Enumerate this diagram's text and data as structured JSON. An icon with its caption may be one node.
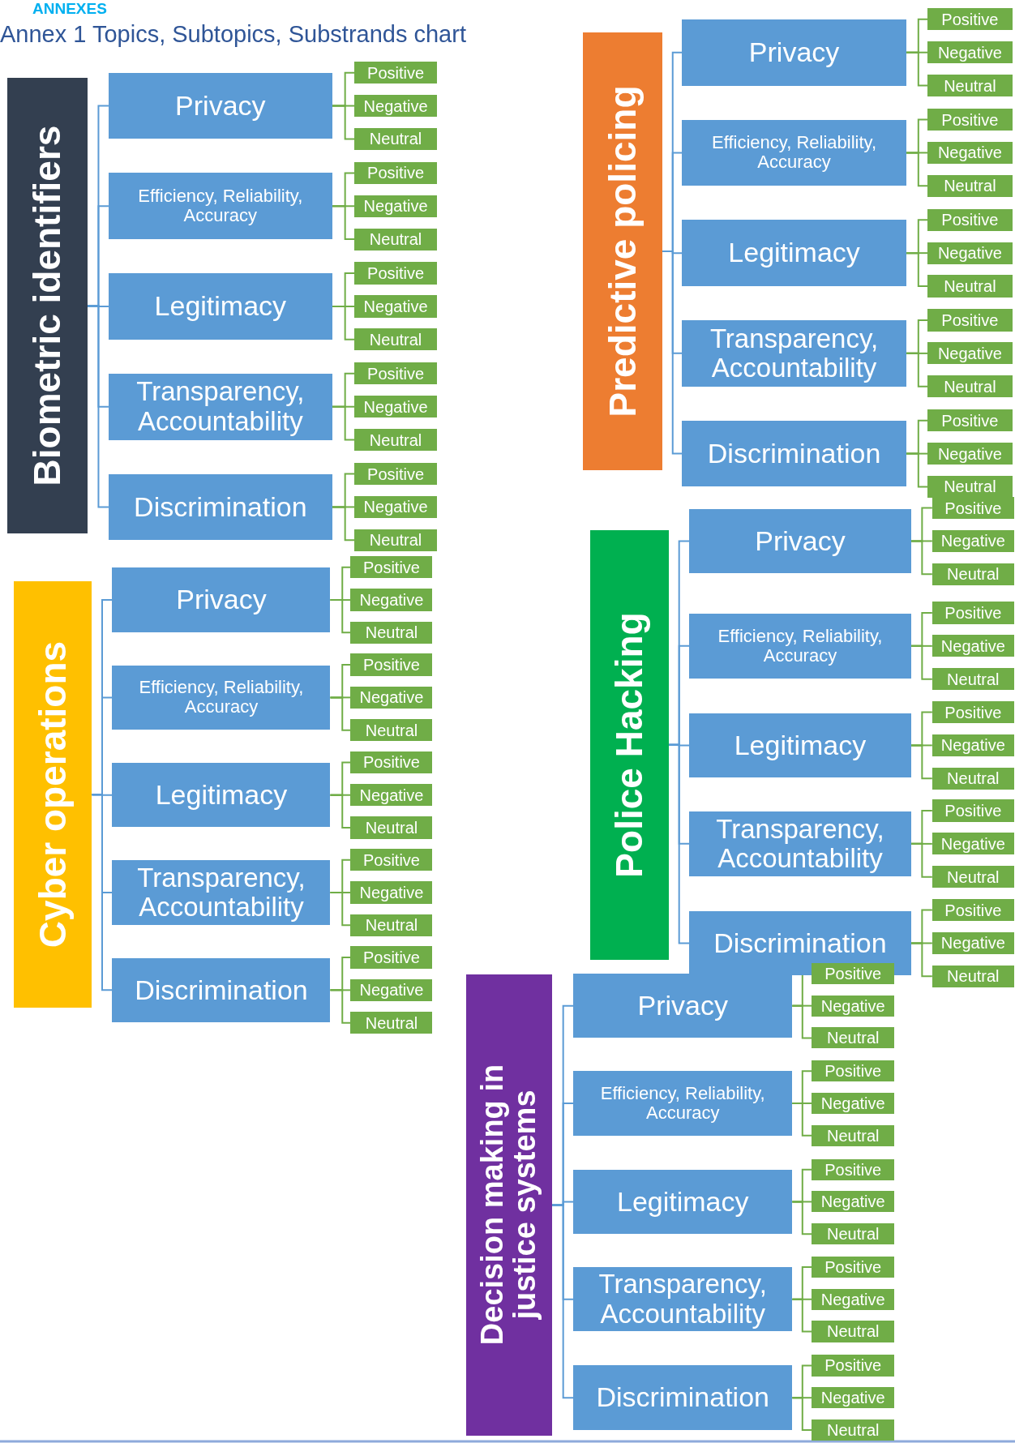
{
  "diagram": {
    "title": "Annex 1 Topics, Subtopics, Substrands chart",
    "nodes": [
      {
        "text": [
          "Biometric identifiers"
        ]
      },
      {
        "text": [
          "Privacy"
        ]
      },
      {
        "text": [
          "Positive"
        ]
      },
      {
        "text": [
          "Negative"
        ]
      },
      {
        "text": [
          "Neutral"
        ]
      },
      {
        "text": [
          "Efficiency, Reliability, Accuracy"
        ]
      },
      {
        "text": [
          "Positive"
        ]
      },
      {
        "text": [
          "Negative"
        ]
      },
      {
        "text": [
          "Neutral"
        ]
      },
      {
        "text": [
          "Legitimacy"
        ]
      },
      {
        "text": [
          "Positive"
        ]
      },
      {
        "text": [
          "Negative"
        ]
      },
      {
        "text": [
          "Neutral"
        ]
      },
      {
        "text": [
          "Transparency, Accountability"
        ]
      },
      {
        "text": [
          "Positive"
        ]
      },
      {
        "text": [
          "Negative"
        ]
      },
      {
        "text": [
          "Neutral"
        ]
      },
      {
        "text": [
          "Discrimination"
        ]
      },
      {
        "text": [
          "Positive"
        ]
      },
      {
        "text": [
          "Negative"
        ]
      },
      {
        "text": [
          "Neutral"
        ]
      },
      {
        "text": [
          "Cyber operations"
        ]
      },
      {
        "text": [
          "Privacy"
        ]
      },
      {
        "text": [
          "Positive"
        ]
      },
      {
        "text": [
          "Negative"
        ]
      },
      {
        "text": [
          "Neutral"
        ]
      },
      {
        "text": [
          "Efficiency, Reliability, Accuracy"
        ]
      },
      {
        "text": [
          "Positive"
        ]
      },
      {
        "text": [
          "Negative"
        ]
      },
      {
        "text": [
          "Neutral"
        ]
      },
      {
        "text": [
          "Legitimacy"
        ]
      },
      {
        "text": [
          "Positive"
        ]
      },
      {
        "text": [
          "Negative"
        ]
      },
      {
        "text": [
          "Neutral"
        ]
      },
      {
        "text": [
          "Transparency, Accountability"
        ]
      },
      {
        "text": [
          "Positive"
        ]
      },
      {
        "text": [
          "Negative"
        ]
      },
      {
        "text": [
          "Neutral"
        ]
      },
      {
        "text": [
          "Discrimination"
        ]
      },
      {
        "text": [
          "Positive"
        ]
      },
      {
        "text": [
          "Negative"
        ]
      },
      {
        "text": [
          "Neutral"
        ]
      },
      {
        "text": [
          "Predictive policing"
        ]
      },
      {
        "text": [
          "Privacy"
        ]
      },
      {
        "text": [
          "Positive"
        ]
      },
      {
        "text": [
          "Negative"
        ]
      },
      {
        "text": [
          "Neutral"
        ]
      },
      {
        "text": [
          "Efficiency, Reliability, Accuracy"
        ]
      },
      {
        "text": [
          "Positive"
        ]
      },
      {
        "text": [
          "Negative"
        ]
      },
      {
        "text": [
          "Neutral"
        ]
      },
      {
        "text": [
          "Legitimacy"
        ]
      },
      {
        "text": [
          "Positive"
        ]
      },
      {
        "text": [
          "Negative"
        ]
      },
      {
        "text": [
          "Neutral"
        ]
      },
      {
        "text": [
          "Transparency, Accountability"
        ]
      },
      {
        "text": [
          "Positive"
        ]
      },
      {
        "text": [
          "Negative"
        ]
      },
      {
        "text": [
          "Neutral"
        ]
      },
      {
        "text": [
          "Discrimination"
        ]
      },
      {
        "text": [
          "Positive"
        ]
      },
      {
        "text": [
          "Negative"
        ]
      },
      {
        "text": [
          "Neutral"
        ]
      },
      {
        "text": [
          "Police Hacking"
        ]
      },
      {
        "text": [
          "Privacy"
        ]
      },
      {
        "text": [
          "Positive"
        ]
      },
      {
        "text": [
          "Negative"
        ]
      },
      {
        "text": [
          "Neutral"
        ]
      },
      {
        "text": [
          "Efficiency, Reliability, Accuracy"
        ]
      },
      {
        "text": [
          "Positive"
        ]
      },
      {
        "text": [
          "Negative"
        ]
      },
      {
        "text": [
          "Neutral"
        ]
      },
      {
        "text": [
          "Legitimacy"
        ]
      },
      {
        "text": [
          "Positive"
        ]
      },
      {
        "text": [
          "Negative"
        ]
      },
      {
        "text": [
          "Neutral"
        ]
      },
      {
        "text": [
          "Transparency, Accountability"
        ]
      },
      {
        "text": [
          "Positive"
        ]
      },
      {
        "text": [
          "Negative"
        ]
      },
      {
        "text": [
          "Neutral"
        ]
      },
      {
        "text": [
          "Discrimination"
        ]
      },
      {
        "text": [
          "Positive"
        ]
      },
      {
        "text": [
          "Negative"
        ]
      },
      {
        "text": [
          "Neutral"
        ]
      },
      {
        "text": [
          "Decision making in justice systems"
        ]
      },
      {
        "text": [
          "Privacy"
        ]
      },
      {
        "text": [
          "Positive"
        ]
      },
      {
        "text": [
          "Negative"
        ]
      },
      {
        "text": [
          "Neutral"
        ]
      },
      {
        "text": [
          "Efficiency, Reliability, Accuracy"
        ]
      },
      {
        "text": [
          "Positive"
        ]
      },
      {
        "text": [
          "Negative"
        ]
      },
      {
        "text": [
          "Neutral"
        ]
      },
      {
        "text": [
          "Legitimacy"
        ]
      },
      {
        "text": [
          "Positive"
        ]
      },
      {
        "text": [
          "Negative"
        ]
      },
      {
        "text": [
          "Neutral"
        ]
      },
      {
        "text": [
          "Transparency, Accountability"
        ]
      },
      {
        "text": [
          "Positive"
        ]
      },
      {
        "text": [
          "Negative"
        ]
      },
      {
        "text": [
          "Neutral"
        ]
      },
      {
        "text": [
          "Discrimination"
        ]
      },
      {
        "text": [
          "Positive"
        ]
      },
      {
        "text": [
          "Negative"
        ]
      },
      {
        "text": [
          "Neutral"
        ]
      }
    ],
    "edges": [
      {
        "from": 0,
        "to": 1,
        "arrow": "none",
        "color": "#5b9bd5"
      },
      {
        "from": 1,
        "to": 2,
        "arrow": "none"
      },
      {
        "from": 1,
        "to": 3,
        "arrow": "none"
      },
      {
        "from": 1,
        "to": 4,
        "arrow": "none"
      },
      {
        "from": 0,
        "to": 5,
        "arrow": "none",
        "color": "#5b9bd5"
      },
      {
        "from": 5,
        "to": 6,
        "arrow": "none"
      },
      {
        "from": 5,
        "to": 7,
        "arrow": "none"
      },
      {
        "from": 5,
        "to": 8,
        "arrow": "none"
      },
      {
        "from": 0,
        "to": 9,
        "arrow": "none",
        "color": "#5b9bd5"
      },
      {
        "from": 9,
        "to": 10,
        "arrow": "none"
      },
      {
        "from": 9,
        "to": 11,
        "arrow": "none"
      },
      {
        "from": 9,
        "to": 12,
        "arrow": "none"
      },
      {
        "from": 0,
        "to": 13,
        "arrow": "none",
        "color": "#5b9bd5"
      },
      {
        "from": 13,
        "to": 14,
        "arrow": "none"
      },
      {
        "from": 13,
        "to": 15,
        "arrow": "none"
      },
      {
        "from": 13,
        "to": 16,
        "arrow": "none"
      },
      {
        "from": 0,
        "to": 17,
        "arrow": "none",
        "color": "#5b9bd5"
      },
      {
        "from": 17,
        "to": 18,
        "arrow": "none"
      },
      {
        "from": 17,
        "to": 19,
        "arrow": "none"
      },
      {
        "from": 17,
        "to": 20,
        "arrow": "none"
      },
      {
        "from": 21,
        "to": 22,
        "arrow": "none",
        "color": "#5b9bd5"
      },
      {
        "from": 22,
        "to": 23,
        "arrow": "none"
      },
      {
        "from": 22,
        "to": 24,
        "arrow": "none"
      },
      {
        "from": 22,
        "to": 25,
        "arrow": "none"
      },
      {
        "from": 21,
        "to": 26,
        "arrow": "none",
        "color": "#5b9bd5"
      },
      {
        "from": 26,
        "to": 27,
        "arrow": "none"
      },
      {
        "from": 26,
        "to": 28,
        "arrow": "none"
      },
      {
        "from": 26,
        "to": 29,
        "arrow": "none"
      },
      {
        "from": 21,
        "to": 30,
        "arrow": "none",
        "color": "#5b9bd5"
      },
      {
        "from": 30,
        "to": 31,
        "arrow": "none"
      },
      {
        "from": 30,
        "to": 32,
        "arrow": "none"
      },
      {
        "from": 30,
        "to": 33,
        "arrow": "none"
      },
      {
        "from": 21,
        "to": 34,
        "arrow": "none",
        "color": "#5b9bd5"
      },
      {
        "from": 34,
        "to": 35,
        "arrow": "none"
      },
      {
        "from": 34,
        "to": 36,
        "arrow": "none"
      },
      {
        "from": 34,
        "to": 37,
        "arrow": "none"
      },
      {
        "from": 21,
        "to": 38,
        "arrow": "none",
        "color": "#5b9bd5"
      },
      {
        "from": 38,
        "to": 39,
        "arrow": "none"
      },
      {
        "from": 38,
        "to": 40,
        "arrow": "none"
      },
      {
        "from": 38,
        "to": 41,
        "arrow": "none"
      },
      {
        "from": 42,
        "to": 43,
        "arrow": "none",
        "color": "#5b9bd5"
      },
      {
        "from": 43,
        "to": 44,
        "arrow": "none"
      },
      {
        "from": 43,
        "to": 45,
        "arrow": "none"
      },
      {
        "from": 43,
        "to": 46,
        "arrow": "none"
      },
      {
        "from": 42,
        "to": 47,
        "arrow": "none",
        "color": "#5b9bd5"
      },
      {
        "from": 47,
        "to": 48,
        "arrow": "none"
      },
      {
        "from": 47,
        "to": 49,
        "arrow": "none"
      },
      {
        "from": 47,
        "to": 50,
        "arrow": "none"
      },
      {
        "from": 42,
        "to": 51,
        "arrow": "none",
        "color": "#5b9bd5"
      },
      {
        "from": 51,
        "to": 52,
        "arrow": "none"
      },
      {
        "from": 51,
        "to": 53,
        "arrow": "none"
      },
      {
        "from": 51,
        "to": 54,
        "arrow": "none"
      },
      {
        "from": 42,
        "to": 55,
        "arrow": "none",
        "color": "#5b9bd5"
      },
      {
        "from": 55,
        "to": 56,
        "arrow": "none"
      },
      {
        "from": 55,
        "to": 57,
        "arrow": "none"
      },
      {
        "from": 55,
        "to": 58,
        "arrow": "none"
      },
      {
        "from": 42,
        "to": 59,
        "arrow": "none",
        "color": "#5b9bd5"
      },
      {
        "from": 59,
        "to": 60,
        "arrow": "none"
      },
      {
        "from": 59,
        "to": 61,
        "arrow": "none"
      },
      {
        "from": 59,
        "to": 62,
        "arrow": "none"
      },
      {
        "from": 63,
        "to": 64,
        "arrow": "none",
        "color": "#5b9bd5"
      },
      {
        "from": 64,
        "to": 65,
        "arrow": "none"
      },
      {
        "from": 64,
        "to": 66,
        "arrow": "none"
      },
      {
        "from": 64,
        "to": 67,
        "arrow": "none"
      },
      {
        "from": 63,
        "to": 68,
        "arrow": "none",
        "color": "#5b9bd5"
      },
      {
        "from": 68,
        "to": 69,
        "arrow": "none"
      },
      {
        "from": 68,
        "to": 70,
        "arrow": "none"
      },
      {
        "from": 68,
        "to": 71,
        "arrow": "none"
      },
      {
        "from": 63,
        "to": 72,
        "arrow": "none",
        "color": "#5b9bd5"
      },
      {
        "from": 72,
        "to": 73,
        "arrow": "none"
      },
      {
        "from": 72,
        "to": 74,
        "arrow": "none"
      },
      {
        "from": 72,
        "to": 75,
        "arrow": "none"
      },
      {
        "from": 63,
        "to": 76,
        "arrow": "none",
        "color": "#5b9bd5"
      },
      {
        "from": 76,
        "to": 77,
        "arrow": "none"
      },
      {
        "from": 76,
        "to": 78,
        "arrow": "none"
      },
      {
        "from": 76,
        "to": 79,
        "arrow": "none"
      },
      {
        "from": 63,
        "to": 80,
        "arrow": "none",
        "color": "#5b9bd5"
      },
      {
        "from": 80,
        "to": 81,
        "arrow": "none"
      },
      {
        "from": 80,
        "to": 82,
        "arrow": "none"
      },
      {
        "from": 80,
        "to": 83,
        "arrow": "none"
      },
      {
        "from": 84,
        "to": 85,
        "arrow": "none",
        "color": "#5b9bd5"
      },
      {
        "from": 85,
        "to": 86,
        "arrow": "none"
      },
      {
        "from": 85,
        "to": 87,
        "arrow": "none"
      },
      {
        "from": 85,
        "to": 88,
        "arrow": "none"
      },
      {
        "from": 84,
        "to": 89,
        "arrow": "none",
        "color": "#5b9bd5"
      },
      {
        "from": 89,
        "to": 90,
        "arrow": "none"
      },
      {
        "from": 89,
        "to": 91,
        "arrow": "none"
      },
      {
        "from": 89,
        "to": 92,
        "arrow": "none"
      },
      {
        "from": 84,
        "to": 93,
        "arrow": "none",
        "color": "#5b9bd5"
      },
      {
        "from": 93,
        "to": 94,
        "arrow": "none"
      },
      {
        "from": 93,
        "to": 95,
        "arrow": "none"
      },
      {
        "from": 93,
        "to": 96,
        "arrow": "none"
      },
      {
        "from": 84,
        "to": 97,
        "arrow": "none",
        "color": "#5b9bd5"
      },
      {
        "from": 97,
        "to": 98,
        "arrow": "none"
      },
      {
        "from": 97,
        "to": 99,
        "arrow": "none"
      },
      {
        "from": 97,
        "to": 100,
        "arrow": "none"
      },
      {
        "from": 84,
        "to": 101,
        "arrow": "none",
        "color": "#5b9bd5"
      },
      {
        "from": 101,
        "to": 102,
        "arrow": "none"
      },
      {
        "from": 101,
        "to": 103,
        "arrow": "none"
      },
      {
        "from": 101,
        "to": 104,
        "arrow": "none"
      }
    ],
    "labels": [
      "ANNEXES"
    ]
  }
}
